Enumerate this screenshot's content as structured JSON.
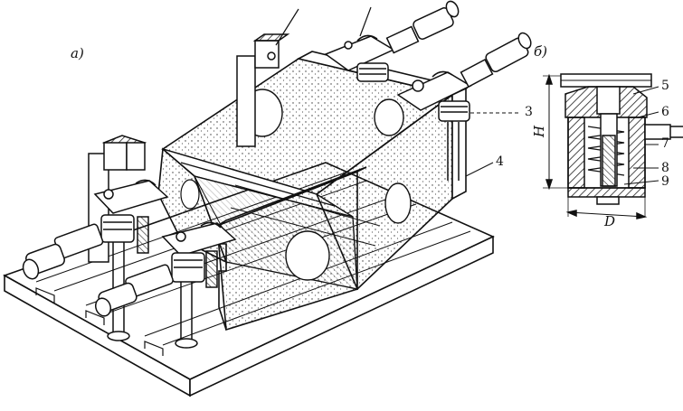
{
  "figure": {
    "panel_labels": {
      "a": "а)",
      "b": "б)"
    },
    "callouts": [
      "3",
      "4",
      "5",
      "6",
      "7",
      "8",
      "9"
    ],
    "dimensions": {
      "height": "H",
      "diameter": "D"
    },
    "colors": {
      "ink": "#111111",
      "hatch": "#222222",
      "paper": "#ffffff"
    }
  }
}
